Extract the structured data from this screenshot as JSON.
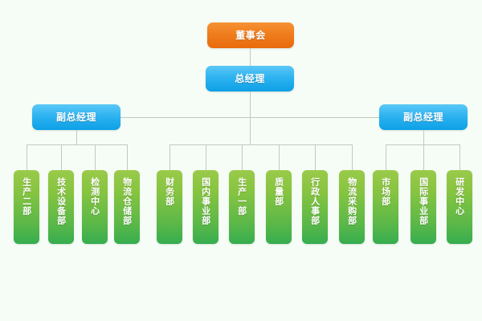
{
  "chart": {
    "title": "",
    "background_color": "#f6fdf6",
    "connector_color": "#c3c7c3"
  },
  "levels": {
    "board": {
      "label": "董事会",
      "color": "#ef7c1c"
    },
    "general_manager": {
      "label": "总经理",
      "color": "#2eb3f0"
    },
    "deputy_left": {
      "label": "副总经理",
      "color": "#2eb3f0"
    },
    "deputy_right": {
      "label": "副总经理",
      "color": "#2eb3f0"
    }
  },
  "departments": {
    "left_group": [
      {
        "label": "生产二部"
      },
      {
        "label": "技术设备部"
      },
      {
        "label": "检测中心"
      },
      {
        "label": "物流仓储部"
      }
    ],
    "center_group": [
      {
        "label": "财务部"
      },
      {
        "label": "国内事业部"
      },
      {
        "label": "生产一部"
      },
      {
        "label": "质量部"
      },
      {
        "label": "行政人事部"
      },
      {
        "label": "物流采购部"
      }
    ],
    "right_group": [
      {
        "label": "市场部"
      },
      {
        "label": "国际事业部"
      },
      {
        "label": "研发中心"
      }
    ]
  },
  "palette": {
    "dept_top": "#9aca4a",
    "dept_bottom": "#36ad4f",
    "board_top": "#f59234",
    "board_bottom": "#e96a0c",
    "blue_top": "#5cc8f7",
    "blue_bottom": "#0da0e6"
  }
}
